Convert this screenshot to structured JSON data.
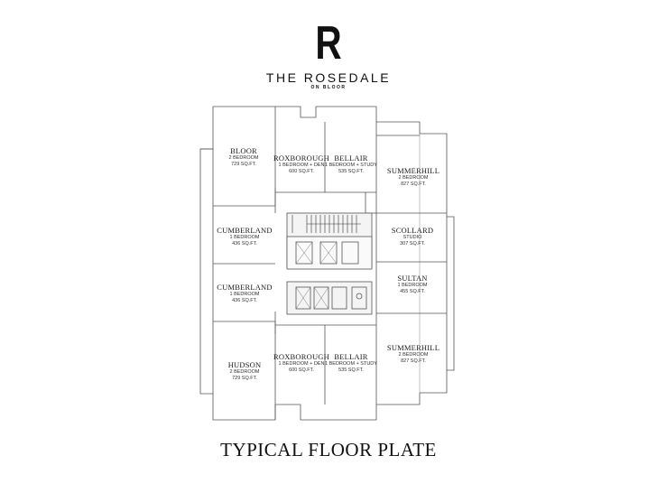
{
  "logo": {
    "letter": "R",
    "name": "THE ROSEDALE",
    "sub": "ON BLOOR"
  },
  "caption": "TYPICAL FLOOR PLATE",
  "units": [
    {
      "name": "BLOOR",
      "type": "2 BEDROOM",
      "area": "729 SQ.FT."
    },
    {
      "name": "ROXBOROUGH",
      "type": "1 BEDROOM + DEN",
      "area": "600 SQ.FT."
    },
    {
      "name": "BELLAIR",
      "type": "1 BEDROOM + STUDY",
      "area": "535 SQ.FT."
    },
    {
      "name": "SUMMERHILL",
      "type": "2 BEDROOM",
      "area": "827 SQ.FT."
    },
    {
      "name": "CUMBERLAND",
      "type": "1 BEDROOM",
      "area": "436 SQ.FT."
    },
    {
      "name": "SCOLLARD",
      "type": "STUDIO",
      "area": "307 SQ.FT."
    },
    {
      "name": "CUMBERLAND",
      "type": "1 BEDROOM",
      "area": "436 SQ.FT."
    },
    {
      "name": "SULTAN",
      "type": "1 BEDROOM",
      "area": "455 SQ.FT."
    },
    {
      "name": "HUDSON",
      "type": "2 BEDROOM",
      "area": "729 SQ.FT."
    },
    {
      "name": "ROXBOROUGH",
      "type": "1 BEDROOM + DEN",
      "area": "600 SQ.FT."
    },
    {
      "name": "BELLAIR",
      "type": "1 BEDROOM + STUDY",
      "area": "535 SQ.FT."
    },
    {
      "name": "SUMMERHILL",
      "type": "2 BEDROOM",
      "area": "827 SQ.FT."
    }
  ]
}
